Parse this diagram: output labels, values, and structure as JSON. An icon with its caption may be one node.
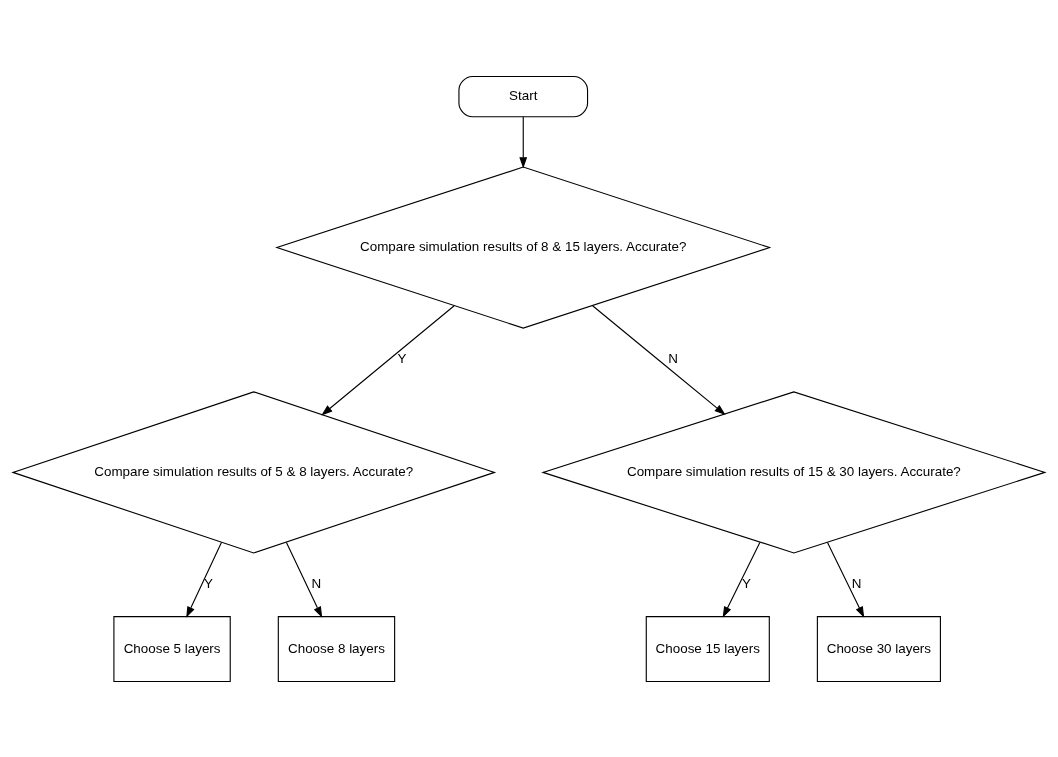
{
  "diagram": {
    "nodes": [
      {
        "text": [
          "Start"
        ]
      },
      {
        "text": [
          "Compare simulation results of 8 & 15 layers. Accurate?"
        ]
      },
      {
        "text": [
          "Compare simulation results of 5 & 8 layers. Accurate?"
        ]
      },
      {
        "text": [
          "Compare simulation results of 15 & 30 layers. Accurate?"
        ]
      },
      {
        "text": [
          "Choose 5 layers"
        ]
      },
      {
        "text": [
          "Choose 8 layers"
        ]
      },
      {
        "text": [
          "Choose 15 layers"
        ]
      },
      {
        "text": [
          "Choose 30 layers"
        ]
      }
    ],
    "edges": [
      {
        "from": 0,
        "to": 1,
        "arrow": "to"
      },
      {
        "from": 1,
        "to": 2,
        "arrow": "to",
        "label": "Y"
      },
      {
        "from": 1,
        "to": 3,
        "arrow": "to",
        "label": "N"
      },
      {
        "from": 2,
        "to": 4,
        "arrow": "to",
        "label": "Y"
      },
      {
        "from": 2,
        "to": 5,
        "arrow": "to",
        "label": "N"
      },
      {
        "from": 3,
        "to": 6,
        "arrow": "to",
        "label": "Y"
      },
      {
        "from": 3,
        "to": 7,
        "arrow": "to",
        "label": "N"
      }
    ]
  }
}
